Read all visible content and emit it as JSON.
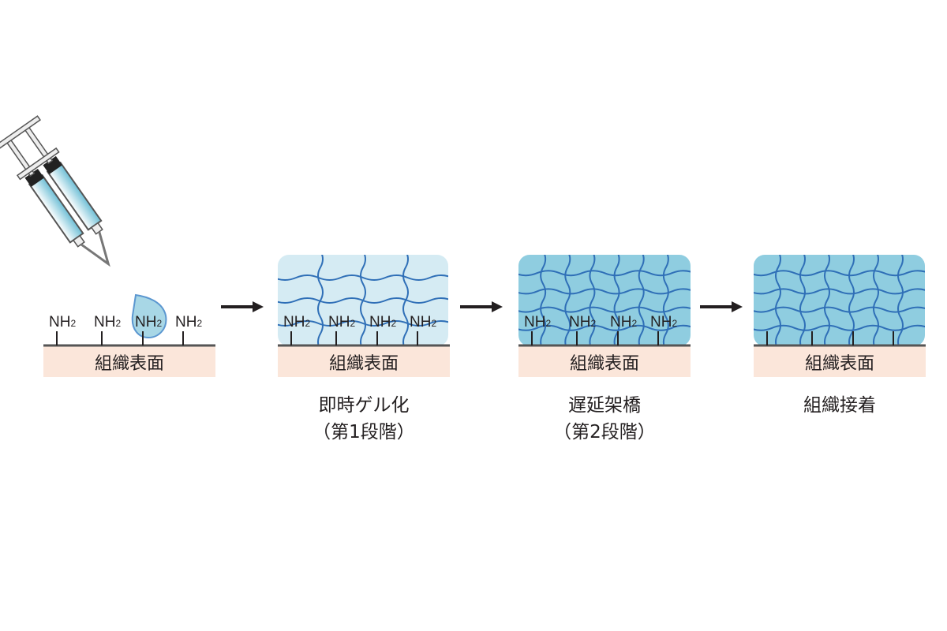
{
  "tissue_label": "組織表面",
  "nh2": {
    "main": "NH",
    "sub": "2"
  },
  "steps": [
    {
      "id": "application",
      "caption": [
        "",
        ""
      ]
    },
    {
      "id": "stage1",
      "caption": [
        "即時ゲル化",
        "（第1段階）"
      ]
    },
    {
      "id": "stage2",
      "caption": [
        "遅延架橋",
        "（第2段階）"
      ]
    },
    {
      "id": "adhesion",
      "caption": [
        "組織接着",
        ""
      ]
    }
  ],
  "colors": {
    "tissue": "#fbe6da",
    "surface_line": "#555555",
    "gel_light": "#d5ebf3",
    "gel_dense": "#8fcde0",
    "network": "#2f6fb7",
    "arrow": "#231f20"
  }
}
